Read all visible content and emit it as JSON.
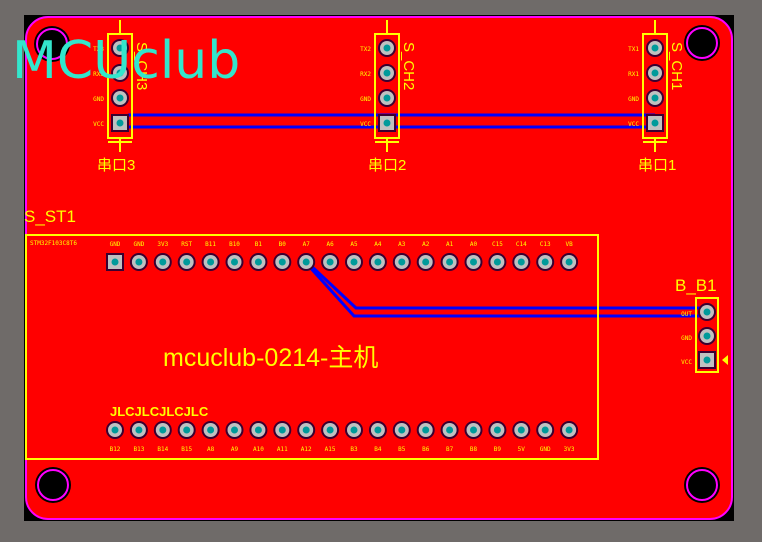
{
  "board": {
    "watermark": "MCUclub",
    "title_text": "mcuclub-0214-主机",
    "jlc_text": "JLCJLCJLCJLC",
    "colors": {
      "background": "#6f6b69",
      "copper": "#ff0000",
      "silkscreen": "#ffff00",
      "outline": "#ff00ff",
      "trace": "#0000ff",
      "pad_ring": "#c0c0c0",
      "drill": "#009a9a",
      "watermark": "#33e6cc"
    }
  },
  "connectors": [
    {
      "designator": "S_CH3",
      "caption": "串口3",
      "pins": [
        "TX3",
        "RX3",
        "GND",
        "VCC"
      ]
    },
    {
      "designator": "S_CH2",
      "caption": "串口2",
      "pins": [
        "TX2",
        "RX2",
        "GND",
        "VCC"
      ]
    },
    {
      "designator": "S_CH1",
      "caption": "串口1",
      "pins": [
        "TX1",
        "RX1",
        "GND",
        "VCC"
      ]
    },
    {
      "designator": "B_B1",
      "caption": "",
      "pins": [
        "OUT",
        "GND",
        "VCC"
      ]
    }
  ],
  "module": {
    "designator": "S_ST1",
    "name_label": "STM32F103C8T6",
    "top_row": [
      "GND",
      "GND",
      "3V3",
      "RST",
      "B11",
      "B10",
      "B1",
      "B0",
      "A7",
      "A6",
      "A5",
      "A4",
      "A3",
      "A2",
      "A1",
      "A0",
      "C15",
      "C14",
      "C13",
      "VB"
    ],
    "bottom_row": [
      "B12",
      "B13",
      "B14",
      "B15",
      "A8",
      "A9",
      "A10",
      "A11",
      "A12",
      "A15",
      "B3",
      "B4",
      "B5",
      "B6",
      "B7",
      "B8",
      "B9",
      "5V",
      "GND",
      "3V3"
    ]
  }
}
